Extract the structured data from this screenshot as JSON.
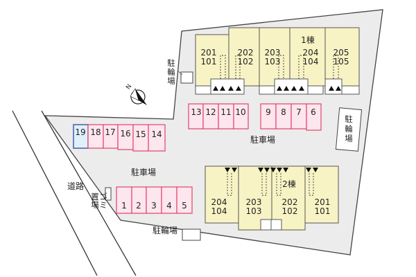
{
  "map": {
    "labels": {
      "parking_upper": "駐車場",
      "parking_left": "駐車場",
      "bike_top": "駐輪場",
      "bike_right": "駐輪場",
      "bike_bottom": "駐輪場",
      "road": "道路",
      "trash": "ゴミ置場",
      "compass_letter": "N"
    },
    "building_1": {
      "name": "1棟",
      "units": [
        {
          "upper": "201",
          "lower": "101"
        },
        {
          "upper": "202",
          "lower": "102"
        },
        {
          "upper": "203",
          "lower": "103"
        },
        {
          "upper": "204",
          "lower": "104"
        },
        {
          "upper": "205",
          "lower": "105"
        }
      ]
    },
    "building_2": {
      "name": "2棟",
      "units": [
        {
          "upper": "204",
          "lower": "104"
        },
        {
          "upper": "203",
          "lower": "103"
        },
        {
          "upper": "202",
          "lower": "102"
        },
        {
          "upper": "201",
          "lower": "101"
        }
      ]
    },
    "parking_slots": {
      "row_upper_left": [
        "13",
        "12",
        "11",
        "10"
      ],
      "row_upper_right": [
        "9",
        "8",
        "7",
        "6"
      ],
      "row_mid": [
        "19",
        "18",
        "17",
        "16",
        "15",
        "14"
      ],
      "row_lower": [
        "1",
        "2",
        "3",
        "4",
        "5"
      ],
      "highlighted_slot": "19"
    },
    "colors": {
      "building_fill": "#f8f3c4",
      "lot_fill": "#ececec",
      "slot_fill": "#fde6ee",
      "slot_border": "#e0426a",
      "highlight_fill": "#dff0fa",
      "highlight_border": "#3a4fb0"
    },
    "icons": [
      "compass-icon",
      "entrance-arrow-icon"
    ]
  }
}
